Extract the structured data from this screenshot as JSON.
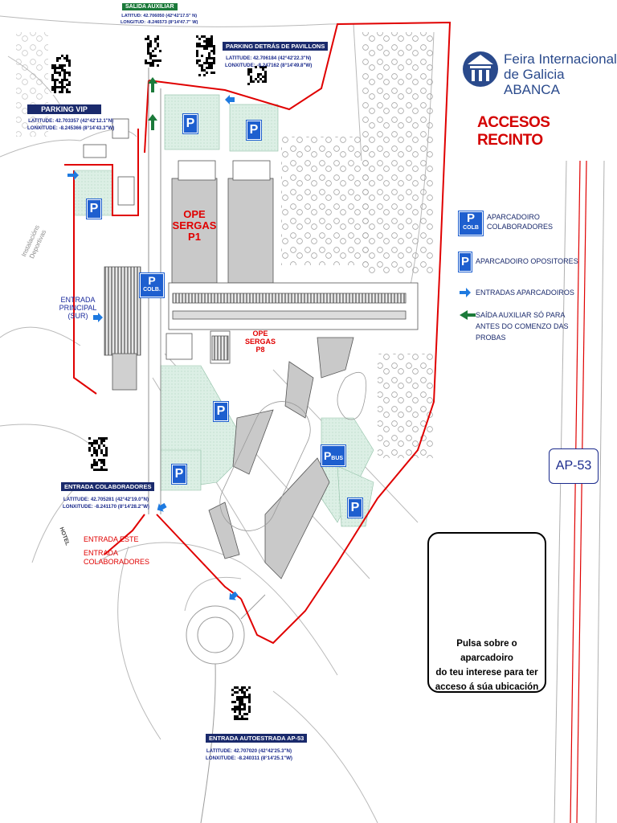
{
  "title": "ACCESOS RECINTO",
  "logo": {
    "line1": "Feira Internacional",
    "line2": "de Galicia ABANCA",
    "color": "#2a4a8c",
    "icon": "pavilion-logo-icon"
  },
  "colors": {
    "red": "#e00000",
    "blue": "#1e5fcf",
    "navy": "#1a2a6c",
    "green": "#1b7a3a",
    "parking_fill": "#d9efe4"
  },
  "top_exit": {
    "label": "SALIDA AUXILIAR",
    "lat": "LATITUD: 42.706050 (42°42'17.5\" N)",
    "lon": "LONGITUD: -8.246573 (8°14'47.7\" W)"
  },
  "parking_vip": {
    "label": "PARKING VIP",
    "lat": "LATITUDE: 42.703357 (42°42'12.1\"N)",
    "lon": "LONXITUDE: -8.245366 (8°14'43.3\"W)"
  },
  "parking_pavilions": {
    "label": "PARKING DETRÁS DE PAVILLONS",
    "lat": "LATITUDE: 42.706184 (42°42'22.3\"N)",
    "lon": "LONXITUDE: -8.247162 (8°14'49.8\"W)"
  },
  "entrada_colaboradores": {
    "label": "ENTRADA COLABORADORES",
    "lat": "LATITUDE: 42.705281 (42°42'19.0\"N)",
    "lon": "LONXITUDE: -8.241170 (8°14'28.2\"W)"
  },
  "entrada_autoestrada": {
    "label": "ENTRADA AUTOESTRADA AP-53",
    "lat": "LATITUDE: 42.707020 (42°42'25.3\"N)",
    "lon": "LONXITUDE: -8.240311 (8°14'25.1\"W)"
  },
  "entrada_principal": {
    "line1": "ENTRADA",
    "line2": "PRINCIPAL",
    "line3": "(SUR)"
  },
  "entrada_este": {
    "line1": "ENTRADA ESTE",
    "line2": "ENTRADA",
    "line3": "COLABORADORES"
  },
  "instalacions": "Instalacións Deportivas",
  "hotel": "HOTEL",
  "ope_p1": {
    "line1": "OPE",
    "line2": "SERGAS",
    "line3": "P1"
  },
  "ope_p8": {
    "line1": "OPE",
    "line2": "SERGAS",
    "line3": "P8"
  },
  "parking_letter": "P",
  "colb": "COLB.",
  "bus": "BUS",
  "legend": {
    "colb_letter": "P",
    "colb_sub": "COLB",
    "colb_line1": "APARCADOIRO",
    "colb_line2": "COLABORADORES",
    "opositores": "APARCADOIRO OPOSITORES",
    "entradas": "ENTRADAS APARCADOIROS",
    "salida_line1": "SAÍDA AUXILIAR SÓ PARA",
    "salida_line2": "ANTES DO COMENZO DAS",
    "salida_line3": "PROBAS"
  },
  "info": {
    "line1": "Pulsa sobre o aparcadoiro",
    "line2": "do teu interese para ter",
    "line3": "acceso á súa ubicación",
    "icon": "document-globe-link-icon"
  },
  "road_label": "AP-53"
}
